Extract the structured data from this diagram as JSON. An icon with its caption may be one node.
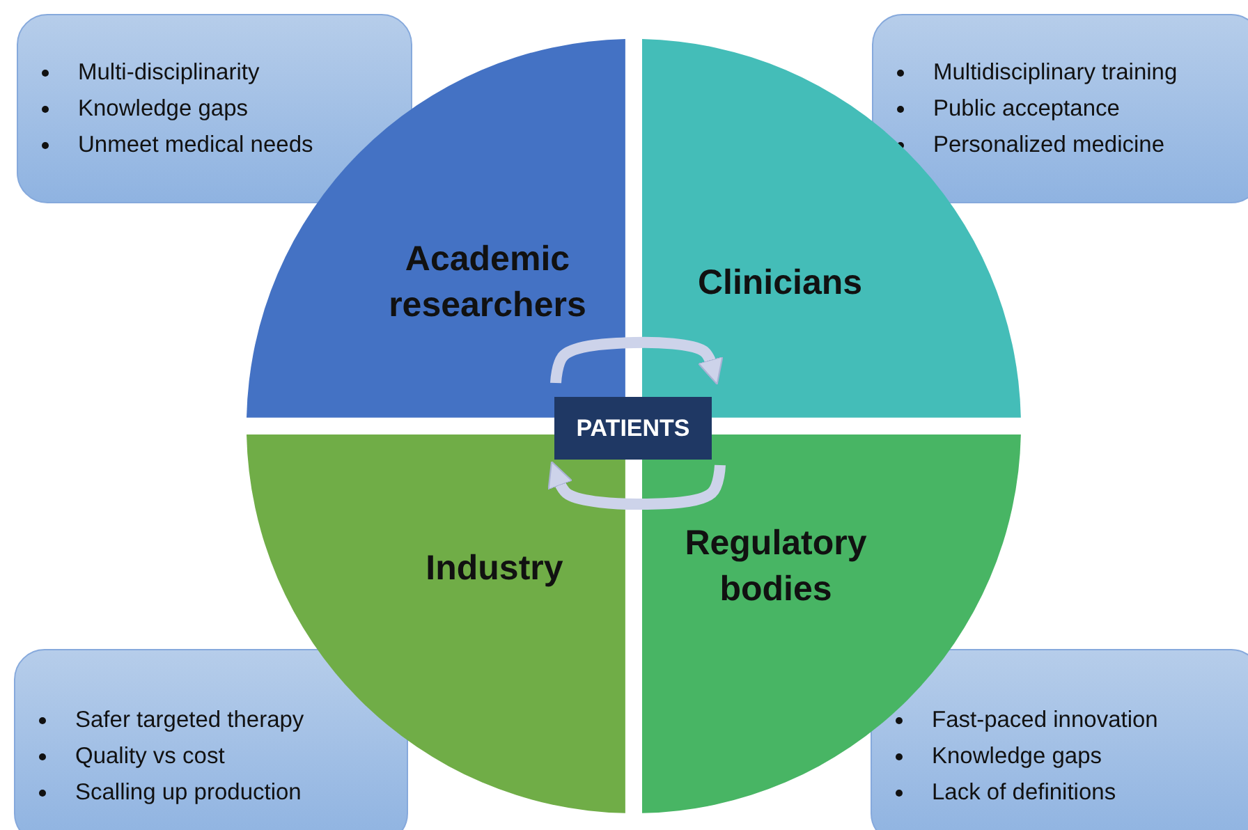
{
  "diagram": {
    "nodes": [
      {
        "text": [
          "Multi-disciplinarity",
          "Knowledge gaps",
          "Unmeet medical needs"
        ]
      },
      {
        "text": [
          "Multidisciplinary training",
          "Public acceptance",
          "Personalized medicine"
        ]
      },
      {
        "text": [
          "Academic researchers"
        ]
      },
      {
        "text": [
          "Clinicians"
        ]
      },
      {
        "text": [
          "PATIENTS"
        ]
      },
      {
        "text": [
          "Industry"
        ]
      },
      {
        "text": [
          "Regulatory bodies"
        ]
      },
      {
        "text": [
          "Safer targeted therapy",
          "Quality vs cost",
          "Scalling up production"
        ]
      },
      {
        "text": [
          "Fast-paced innovation",
          "Knowledge gaps",
          "Lack of definitions"
        ]
      }
    ],
    "edges": [
      {
        "from": 2,
        "to": 3,
        "arrow": "to"
      },
      {
        "from": 6,
        "to": 5,
        "arrow": "to"
      }
    ]
  }
}
